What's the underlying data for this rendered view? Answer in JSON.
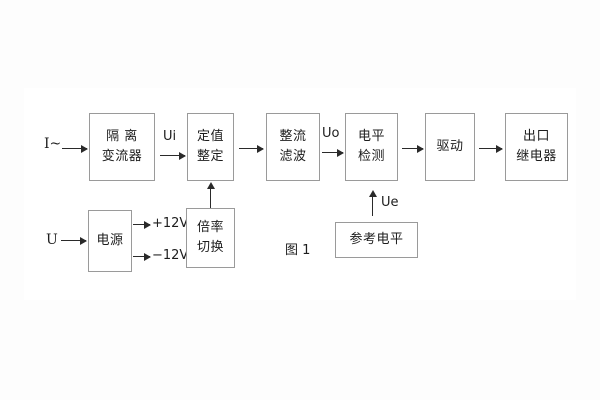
{
  "figure": {
    "caption": "图 1",
    "background_color": "#fdfdfd",
    "box_border_color": "#9a9a9a",
    "line_color": "#2a2a2a",
    "text_color": "#1d1d1d"
  },
  "inputs": [
    {
      "name": "current-input",
      "label": "I~"
    },
    {
      "name": "voltage-input",
      "label": "U"
    }
  ],
  "blocks": [
    {
      "id": "isolation-transformer",
      "line1": "隔 离",
      "line2": "变流器"
    },
    {
      "id": "setting-value",
      "line1": "定值",
      "line2": "整定"
    },
    {
      "id": "rectifier-filter",
      "line1": "整流",
      "line2": "滤波"
    },
    {
      "id": "level-detection",
      "line1": "电平",
      "line2": "检测"
    },
    {
      "id": "driver",
      "line1": "驱动",
      "line2": ""
    },
    {
      "id": "output-relay",
      "line1": "出口",
      "line2": "继电器"
    },
    {
      "id": "power-supply",
      "line1": "电源",
      "line2": ""
    },
    {
      "id": "multiplier-switch",
      "line1": "倍率",
      "line2": "切换"
    },
    {
      "id": "reference-level",
      "line1": "参考电平",
      "line2": ""
    }
  ],
  "signals": [
    {
      "id": "ui-signal",
      "label": "Ui"
    },
    {
      "id": "uo-signal",
      "label": "Uo"
    },
    {
      "id": "ue-signal",
      "label": "Ue"
    }
  ],
  "power_rails": [
    {
      "id": "rail-positive",
      "label": "+12V"
    },
    {
      "id": "rail-negative",
      "label": "−12V"
    }
  ]
}
